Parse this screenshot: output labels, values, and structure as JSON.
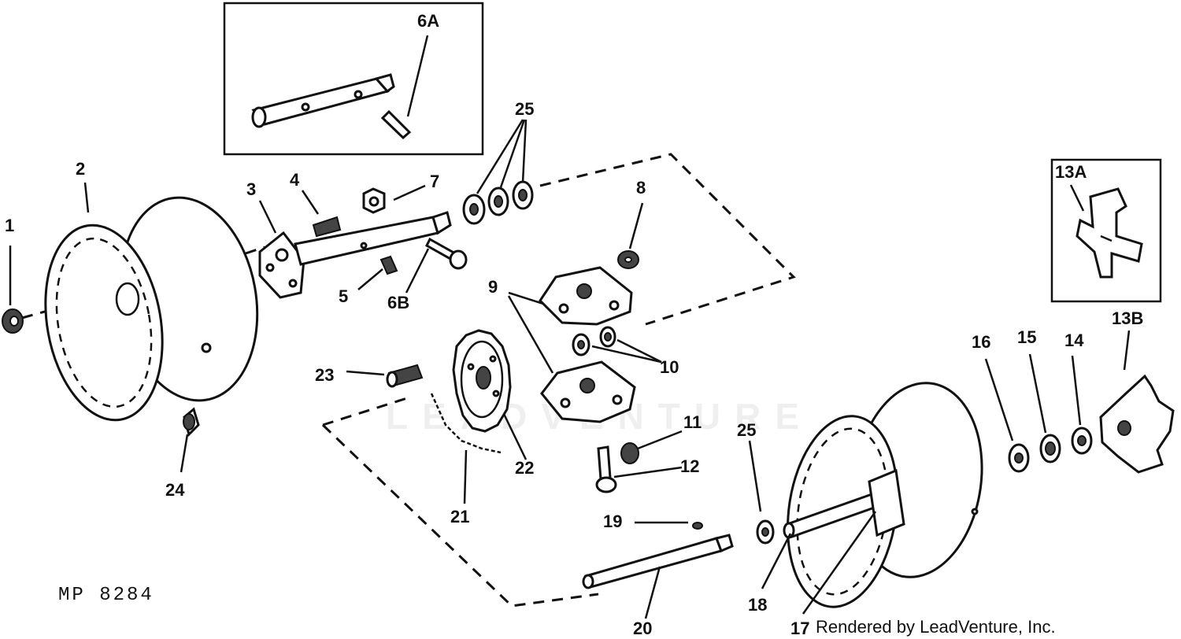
{
  "diagram": {
    "callouts": [
      "1",
      "2",
      "3",
      "4",
      "5",
      "6A",
      "6B",
      "7",
      "8",
      "9",
      "10",
      "11",
      "12",
      "13A",
      "13B",
      "14",
      "15",
      "16",
      "17",
      "18",
      "19",
      "20",
      "21",
      "22",
      "23",
      "24",
      "25"
    ],
    "labels": {
      "l1": "1",
      "l2": "2",
      "l3": "3",
      "l4": "4",
      "l5": "5",
      "l6a": "6A",
      "l6b": "6B",
      "l7": "7",
      "l8": "8",
      "l9": "9",
      "l10": "10",
      "l11": "11",
      "l12": "12",
      "l13a": "13A",
      "l13b": "13B",
      "l14": "14",
      "l15": "15",
      "l16": "16",
      "l17": "17",
      "l18": "18",
      "l19": "19",
      "l20": "20",
      "l21": "21",
      "l22": "22",
      "l23": "23",
      "l24": "24",
      "l25a": "25",
      "l25b": "25"
    },
    "figure_code": "MP 8284",
    "credit": "Rendered by LeadVenture, Inc.",
    "watermark": "LEADVENTURE"
  }
}
